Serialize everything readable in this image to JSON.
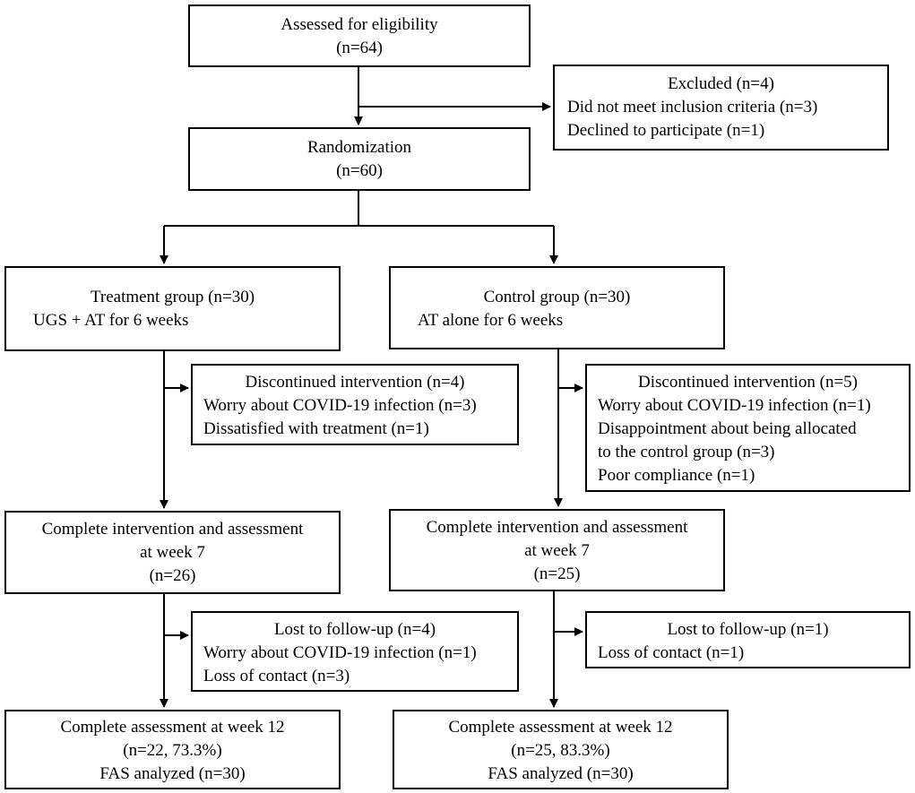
{
  "colors": {
    "stroke": "#000000",
    "background": "#ffffff"
  },
  "boxes": {
    "assessed": {
      "line1": "Assessed for eligibility",
      "line2": "(n=64)"
    },
    "excluded": {
      "line1": "Excluded (n=4)",
      "line2": "Did not meet inclusion criteria (n=3)",
      "line3": "Declined to participate (n=1)"
    },
    "randomization": {
      "line1": "Randomization",
      "line2": "(n=60)"
    },
    "treatment": {
      "line1": "Treatment group (n=30)",
      "line2": "UGS + AT for 6 weeks"
    },
    "control": {
      "line1": "Control group (n=30)",
      "line2": "AT alone for 6 weeks"
    },
    "treatment_discontinued": {
      "line1": "Discontinued intervention (n=4)",
      "line2": "Worry about COVID-19 infection (n=3)",
      "line3": "Dissatisfied with treatment (n=1)"
    },
    "control_discontinued": {
      "line1": "Discontinued intervention (n=5)",
      "line2": "Worry about COVID-19 infection (n=1)",
      "line3": "Disappointment about being allocated",
      "line4": "to the control group (n=3)",
      "line5": "Poor compliance (n=1)"
    },
    "treatment_complete": {
      "line1": "Complete intervention and assessment",
      "line2": "at week 7",
      "line3": "(n=26)"
    },
    "control_complete": {
      "line1": "Complete intervention and assessment",
      "line2": "at week 7",
      "line3": "(n=25)"
    },
    "treatment_lost": {
      "line1": "Lost to follow-up (n=4)",
      "line2": "Worry about COVID-19 infection (n=1)",
      "line3": "Loss of contact (n=3)"
    },
    "control_lost": {
      "line1": "Lost to follow-up (n=1)",
      "line2": "Loss of contact (n=1)"
    },
    "treatment_final": {
      "line1": "Complete assessment at week 12",
      "line2": "(n=22, 73.3%)",
      "line3": "FAS analyzed (n=30)"
    },
    "control_final": {
      "line1": "Complete assessment at week 12",
      "line2": "(n=25, 83.3%)",
      "line3": "FAS analyzed (n=30)"
    }
  }
}
